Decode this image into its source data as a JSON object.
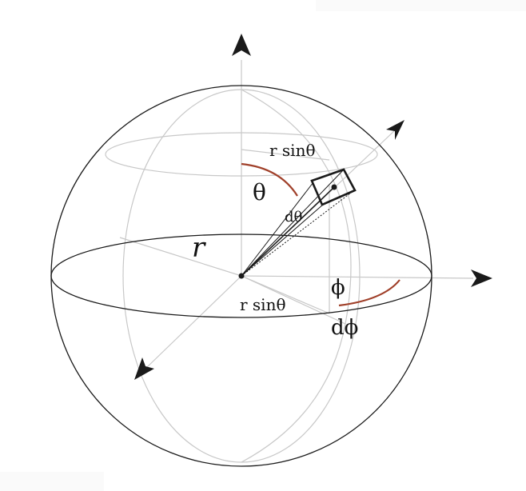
{
  "labels": {
    "radius": "r",
    "polar_angle": "θ",
    "polar_increment": "dθ",
    "azimuth_angle": "ϕ",
    "azimuth_increment": "dϕ",
    "upper_radius": "r sinθ",
    "lower_radius": "r sinθ"
  },
  "colors": {
    "stroke": "#1a1a1a",
    "grid": "#c8c8c8",
    "arc": "#a0402a",
    "background": "#ffffff"
  },
  "icons": {
    "axis_heads": "arrowhead-icon",
    "origin": "filled-dot-icon",
    "volume_element": "curved-box-icon"
  }
}
